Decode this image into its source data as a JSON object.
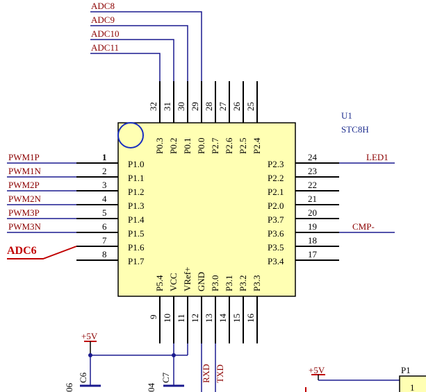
{
  "chip": {
    "designator": "U1",
    "part": "STC8H",
    "body_color": "#ffffb3",
    "body_stroke": "#000000"
  },
  "colors": {
    "wire_blue": "#1a1a8f",
    "wire_black": "#000000",
    "net_label": "#8b0000",
    "adc6_label": "#c00000",
    "power": "#c00000"
  },
  "left_pins": [
    {
      "num": "1",
      "name": "P1.0",
      "net": "PWM1P"
    },
    {
      "num": "2",
      "name": "P1.1",
      "net": "PWM1N"
    },
    {
      "num": "3",
      "name": "P1.2",
      "net": "PWM2P"
    },
    {
      "num": "4",
      "name": "P1.3",
      "net": "PWM2N"
    },
    {
      "num": "5",
      "name": "P1.4",
      "net": "PWM3P"
    },
    {
      "num": "6",
      "name": "P1.5",
      "net": "PWM3N"
    },
    {
      "num": "7",
      "name": "P1.6",
      "net": "ADC6"
    },
    {
      "num": "8",
      "name": "P1.7",
      "net": ""
    }
  ],
  "right_pins": [
    {
      "num": "24",
      "name": "P2.3",
      "net": "LED1"
    },
    {
      "num": "23",
      "name": "P2.2",
      "net": ""
    },
    {
      "num": "22",
      "name": "P2.1",
      "net": ""
    },
    {
      "num": "21",
      "name": "P2.0",
      "net": ""
    },
    {
      "num": "20",
      "name": "P3.7",
      "net": ""
    },
    {
      "num": "19",
      "name": "P3.6",
      "net": "CMP-"
    },
    {
      "num": "18",
      "name": "P3.5",
      "net": ""
    },
    {
      "num": "17",
      "name": "P3.4",
      "net": ""
    }
  ],
  "top_pins": [
    {
      "num": "32",
      "name": "P0.3",
      "net": "ADC11"
    },
    {
      "num": "31",
      "name": "P0.2",
      "net": "ADC10"
    },
    {
      "num": "30",
      "name": "P0.1",
      "net": "ADC9"
    },
    {
      "num": "29",
      "name": "P0.0",
      "net": "ADC8"
    },
    {
      "num": "28",
      "name": "P2.7",
      "net": ""
    },
    {
      "num": "27",
      "name": "P2.6",
      "net": ""
    },
    {
      "num": "26",
      "name": "P2.5",
      "net": ""
    },
    {
      "num": "25",
      "name": "P2.4",
      "net": ""
    }
  ],
  "bottom_pins": [
    {
      "num": "9",
      "name": "P5.4",
      "net": ""
    },
    {
      "num": "10",
      "name": "VCC",
      "net": "+5V"
    },
    {
      "num": "11",
      "name": "VRef+",
      "net": "+5V"
    },
    {
      "num": "12",
      "name": "GND",
      "net": ""
    },
    {
      "num": "13",
      "name": "P3.0",
      "net": "RXD"
    },
    {
      "num": "14",
      "name": "P3.1",
      "net": "TXD"
    },
    {
      "num": "15",
      "name": "P3.2",
      "net": ""
    },
    {
      "num": "16",
      "name": "P3.3",
      "net": ""
    }
  ],
  "power": {
    "left": "+5V",
    "right": "+5V"
  },
  "capacitors": [
    {
      "designator": "C6",
      "value_fragment": "06"
    },
    {
      "designator": "C7",
      "value_fragment": "04"
    }
  ],
  "connector": {
    "designator": "P1",
    "pin": "1"
  }
}
